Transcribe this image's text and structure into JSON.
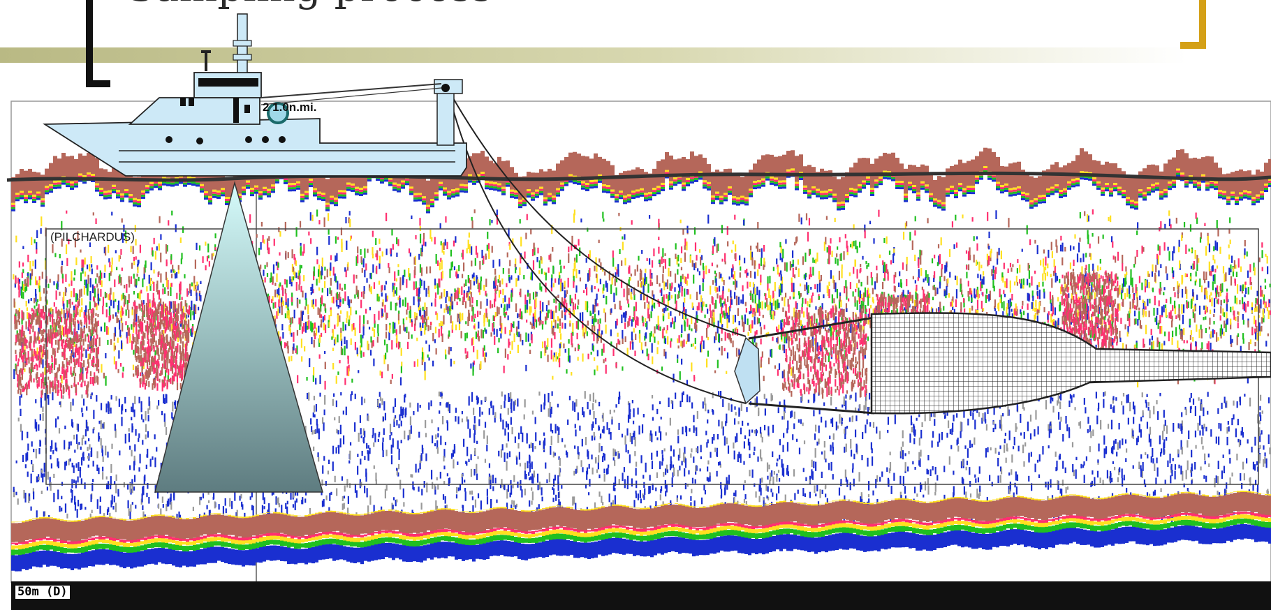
{
  "slide": {
    "title": "Sampling process",
    "accent_color": "#c8c89a",
    "bracket_right_color": "#d4a017"
  },
  "echogram": {
    "school_label": "(PILCHARDUS)",
    "distance_label": "2 1.0n.mi.",
    "depth_scale_label": "50m (D)",
    "colors": [
      "#b5675a",
      "#ff3070",
      "#ffe020",
      "#20c020",
      "#1a2fd0",
      "#9a9a9a"
    ]
  },
  "icons": {
    "vessel": "fishing-boat-icon",
    "sonar": "sonar-beam-icon",
    "trawl": "trawl-net-icon"
  }
}
